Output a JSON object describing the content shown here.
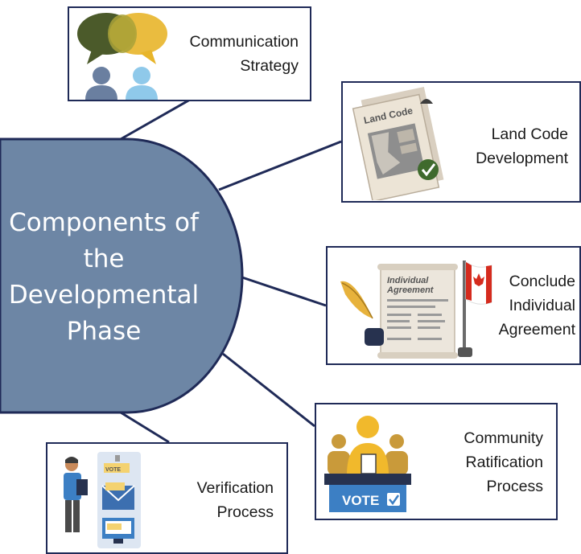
{
  "hub": {
    "title_lines": [
      "Components of",
      "the",
      "Developmental",
      "Phase"
    ]
  },
  "components": [
    {
      "lines": [
        "Communication",
        "Strategy"
      ]
    },
    {
      "lines": [
        "Land Code",
        "Development"
      ]
    },
    {
      "lines": [
        "Conclude",
        "Individual",
        "Agreement"
      ]
    },
    {
      "lines": [
        "Community",
        "Ratification",
        "Process"
      ]
    },
    {
      "lines": [
        "Verification",
        "Process"
      ]
    }
  ],
  "illustrations": {
    "land_code_doc_title": "Land Code",
    "agreement_doc_title_lines": [
      "Individual",
      "Agreement"
    ],
    "ballot_box_label": "VOTE",
    "ballot_card_label": "VOTE"
  },
  "colors": {
    "hub_fill": "#6d86a5",
    "hub_stroke": "#1f2a57",
    "box_border": "#1f2a57",
    "connector": "#1f2a57"
  },
  "icons": [
    "speech-bubbles-people-icon",
    "land-code-document-icon",
    "quill-and-agreement-with-flag-icon",
    "ballot-box-voter-icon",
    "person-with-tablet-ballots-icon"
  ]
}
